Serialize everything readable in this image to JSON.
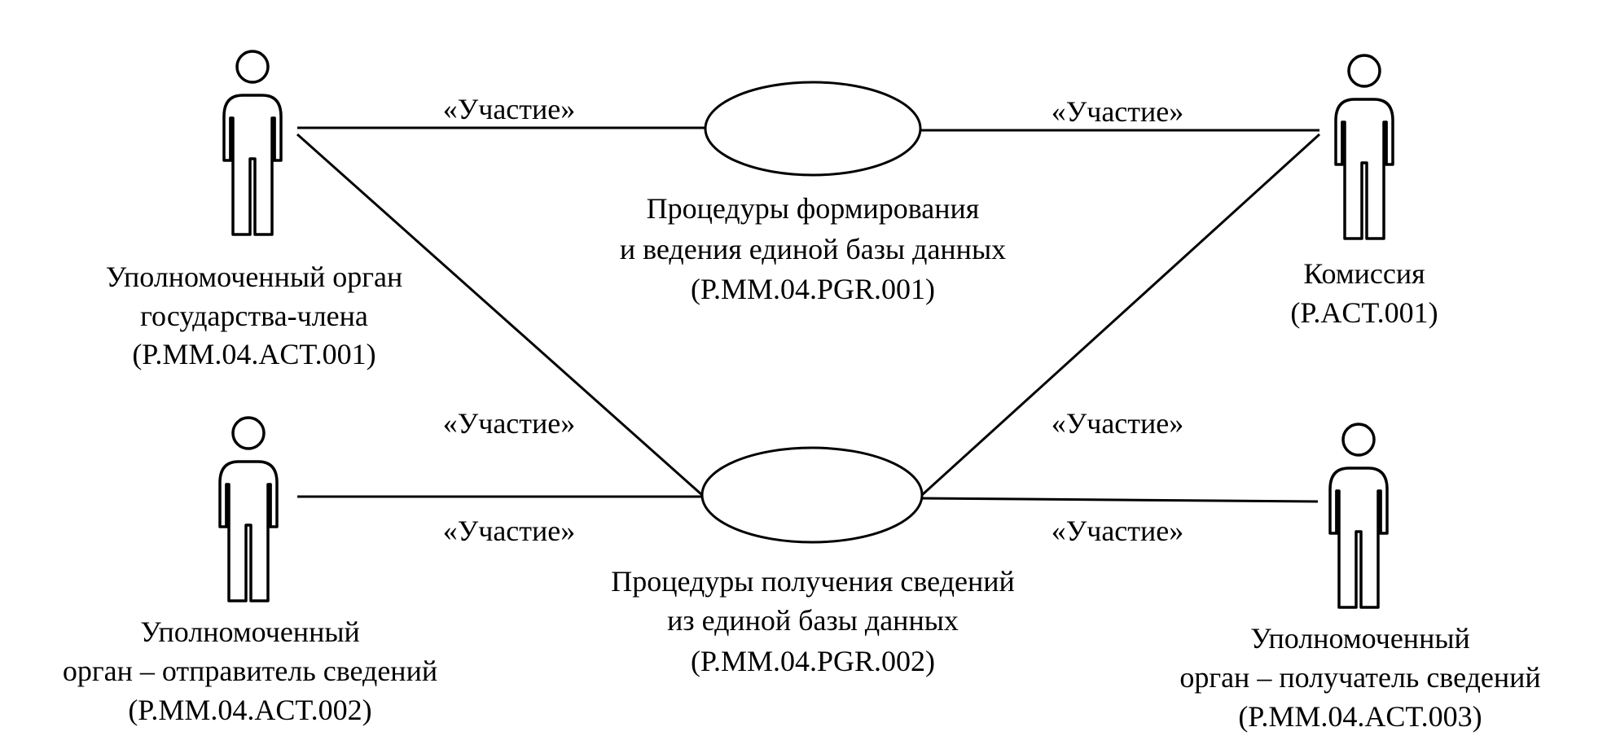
{
  "diagram": {
    "stereotype": "«Участие»",
    "actors": {
      "a1": {
        "lines": [
          "Уполномоченный орган",
          "государства-члена",
          "(P.MM.04.ACT.001)"
        ]
      },
      "a2": {
        "lines": [
          "Уполномоченный",
          "орган – отправитель сведений",
          "(P.MM.04.ACT.002)"
        ]
      },
      "a3": {
        "lines": [
          "Комиссия",
          "(P.ACT.001)"
        ]
      },
      "a4": {
        "lines": [
          "Уполномоченный",
          "орган – получатель сведений",
          "(P.MM.04.ACT.003)"
        ]
      }
    },
    "use_cases": {
      "uc1": {
        "lines": [
          "Процедуры формирования",
          "и ведения единой базы данных",
          "(P.MM.04.PGR.001)"
        ]
      },
      "uc2": {
        "lines": [
          "Процедуры получения сведений",
          "из единой базы данных",
          "(P.MM.04.PGR.002)"
        ]
      }
    }
  }
}
